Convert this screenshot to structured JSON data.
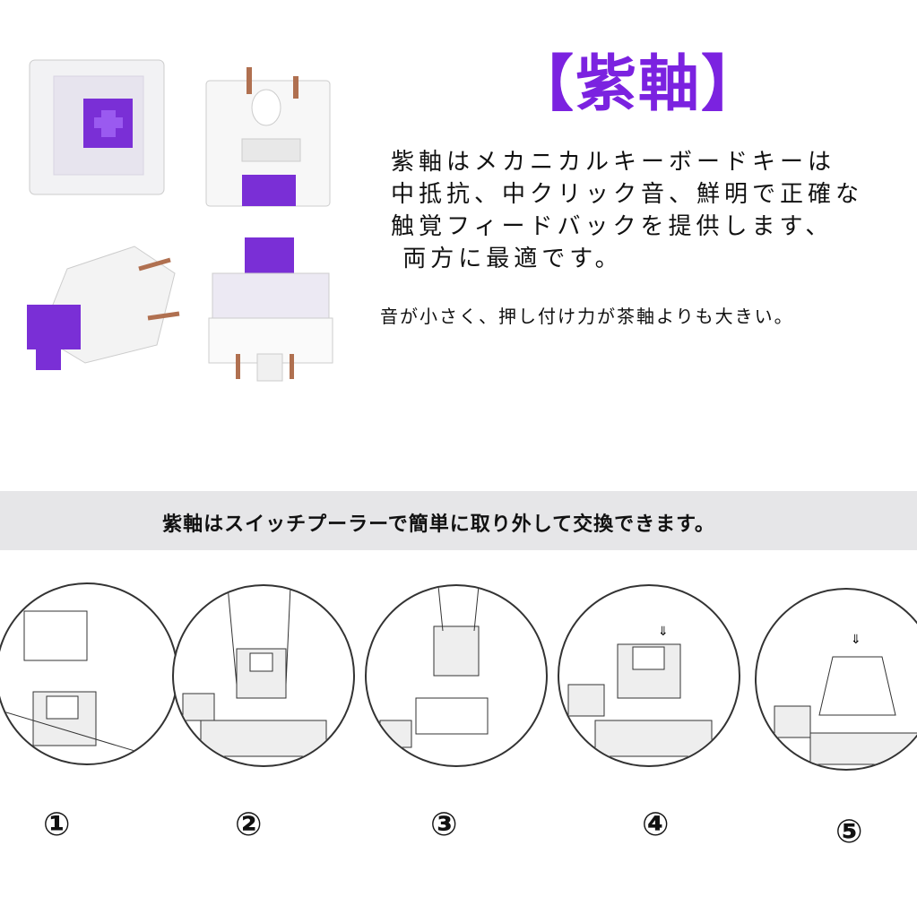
{
  "title": "【紫軸】",
  "description_lines": [
    "紫軸はメカニカルキーボードキーは",
    "中抵抗、中クリック音、鮮明で正確な",
    "触覚フィードバックを提供します、",
    " 両方に最適です。"
  ],
  "note": "音が小さく、押し付け力が茶軸よりも大きい。",
  "banner": "紫軸はスイッチプーラーで簡単に取り外して交換できます。",
  "steps": [
    "①",
    "②",
    "③",
    "④",
    "⑤"
  ],
  "colors": {
    "accent": "#7b22e0",
    "banner_bg": "#e6e6e8",
    "stem": "#7a2fd6"
  }
}
